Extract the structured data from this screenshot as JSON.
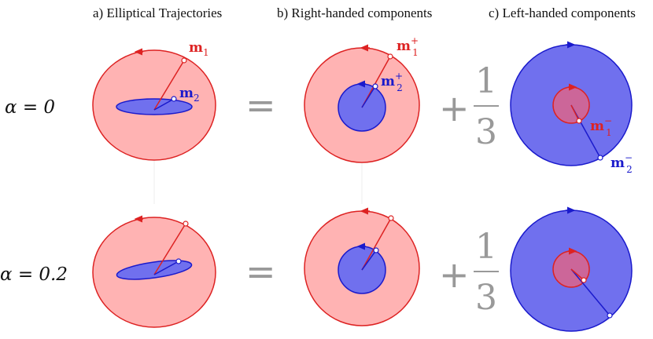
{
  "titles": {
    "a": "a) Elliptical Trajectories",
    "b": "b) Right-handed components",
    "c": "c) Left-handed components"
  },
  "rows": [
    {
      "alpha_label": "α = 0"
    },
    {
      "alpha_label": "α = 0.2"
    }
  ],
  "operators": {
    "equals": "=",
    "plus": "+",
    "fraction_numerator": "1",
    "fraction_denominator": "3"
  },
  "vector_labels": {
    "m1": {
      "base": "m",
      "sub": "1",
      "sup": ""
    },
    "m2": {
      "base": "m",
      "sub": "2",
      "sup": ""
    },
    "m1_plus": {
      "base": "m",
      "sub": "1",
      "sup": "+"
    },
    "m2_plus": {
      "base": "m",
      "sub": "2",
      "sup": "+"
    },
    "m1_minus": {
      "base": "m",
      "sub": "1",
      "sup": "−"
    },
    "m2_minus": {
      "base": "m",
      "sub": "2",
      "sup": "−"
    }
  },
  "colors": {
    "red": "#dd2222",
    "red_fill": "#ffb3b3",
    "blue": "#1a1acc",
    "blue_fill": "#7070ee",
    "gray": "#999999"
  }
}
